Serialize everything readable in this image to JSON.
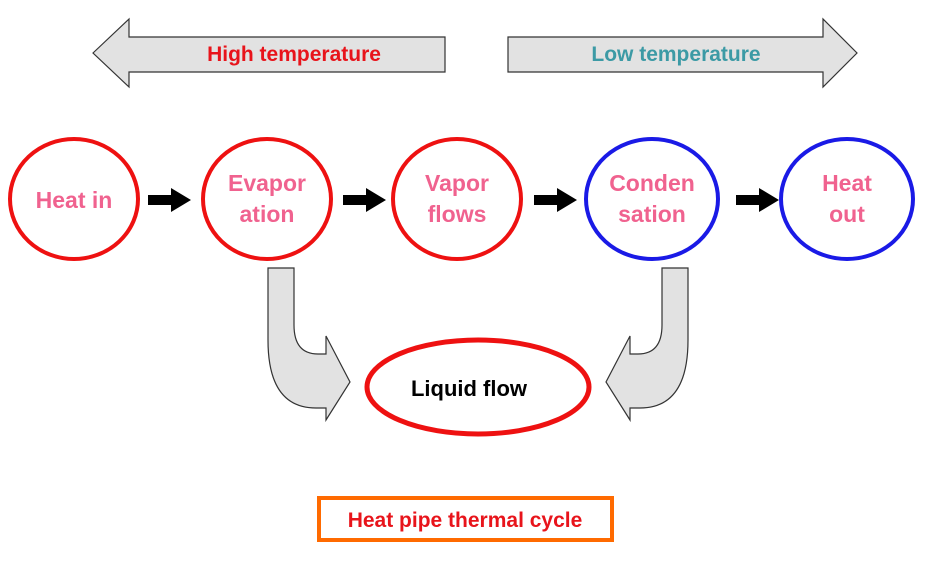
{
  "arrows": {
    "high": {
      "label": "High temperature",
      "color": "#e8141b"
    },
    "low": {
      "label": "Low temperature",
      "color": "#3c9aa5"
    }
  },
  "nodes": [
    {
      "id": "heat-in",
      "lines": [
        "Heat in"
      ],
      "border": "#ee1111",
      "text_color": "#f0628f"
    },
    {
      "id": "evaporation",
      "lines": [
        "Evapor",
        "ation"
      ],
      "border": "#ee1111",
      "text_color": "#f0628f"
    },
    {
      "id": "vapor-flows",
      "lines": [
        "Vapor",
        "flows"
      ],
      "border": "#ee1111",
      "text_color": "#f0628f"
    },
    {
      "id": "condensation",
      "lines": [
        "Conden",
        "sation"
      ],
      "border": "#1a1ae6",
      "text_color": "#f0628f"
    },
    {
      "id": "heat-out",
      "lines": [
        "Heat",
        "out"
      ],
      "border": "#1a1ae6",
      "text_color": "#f0628f"
    }
  ],
  "liquid": {
    "label": "Liquid flow",
    "border": "#ee1111",
    "text_color": "#000000"
  },
  "caption": {
    "label": "Heat pipe thermal cycle",
    "border": "#ff6a00",
    "text_color": "#e8141b"
  }
}
